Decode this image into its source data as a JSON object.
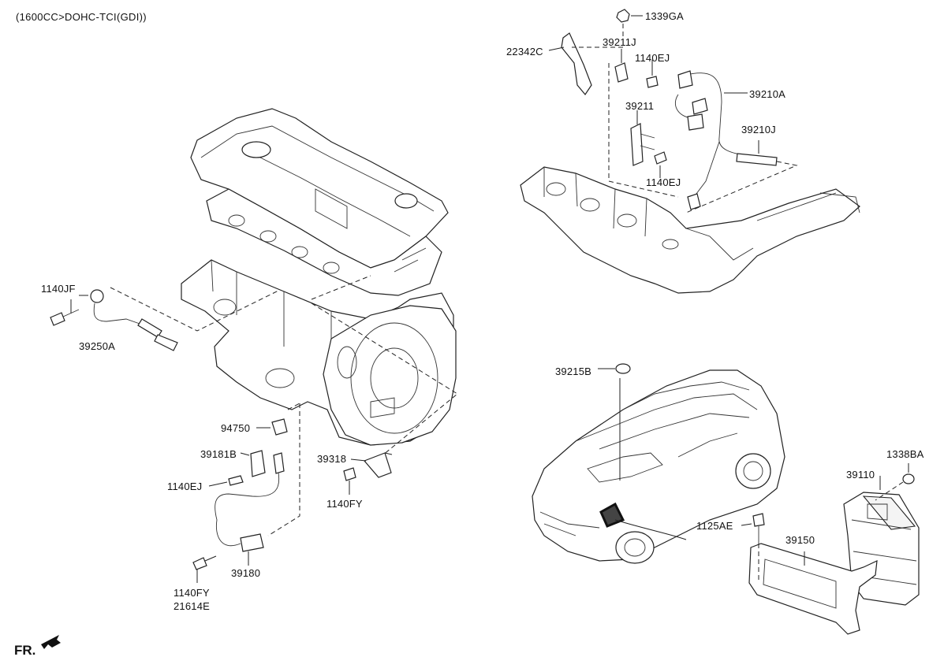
{
  "title": "(1600CC>DOHC-TCI(GDI))",
  "orientation_label": "FR.",
  "labels": {
    "p1339GA": "1339GA",
    "p22342C": "22342C",
    "p39211J": "39211J",
    "p1140EJ_a": "1140EJ",
    "p39210A": "39210A",
    "p39211": "39211",
    "p39210J": "39210J",
    "p1140EJ_b": "1140EJ",
    "p1140JF": "1140JF",
    "p39250A": "39250A",
    "p39215B": "39215B",
    "p94750": "94750",
    "p39181B": "39181B",
    "p39318": "39318",
    "p1140EJ_c": "1140EJ",
    "p1140FY_a": "1140FY",
    "p39180": "39180",
    "p1140FY_b": "1140FY",
    "p21614E": "21614E",
    "p1338BA": "1338BA",
    "p39110": "39110",
    "p1125AE": "1125AE",
    "p39150": "39150"
  },
  "icons": {
    "front_arrow": "arrow-front-icon"
  }
}
